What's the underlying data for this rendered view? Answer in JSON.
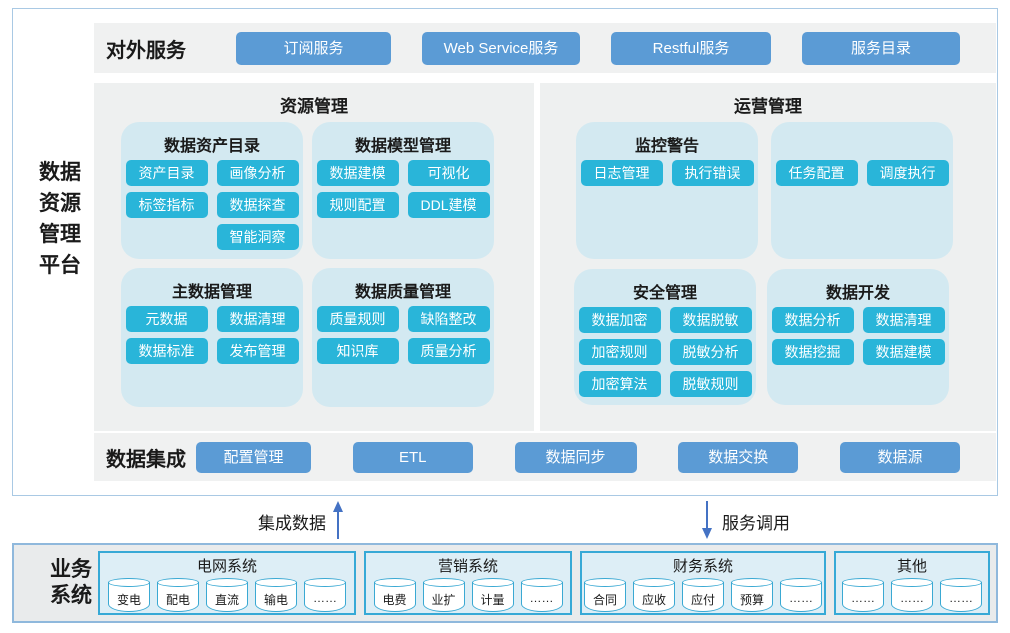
{
  "colors": {
    "accent_blue": "#5b9bd5",
    "teal": "#29b5d9",
    "group_bg": "#d3e9f1",
    "panel_bg": "#eef0f0",
    "arrow_blue": "#4472c4",
    "system_border": "#37a9d6"
  },
  "platform": {
    "side_label_lines": [
      "数据",
      "资源",
      "管理",
      "平台"
    ],
    "services": {
      "label": "对外服务",
      "buttons": [
        "订阅服务",
        "Web Service服务",
        "Restful服务",
        "服务目录"
      ]
    },
    "resource": {
      "title": "资源管理",
      "groups": [
        {
          "title": "数据资产目录",
          "rows": [
            [
              "资产目录",
              "画像分析"
            ],
            [
              "标签指标",
              "数据探查"
            ],
            [
              "",
              "智能洞察"
            ]
          ]
        },
        {
          "title": "数据模型管理",
          "rows": [
            [
              "数据建模",
              "可视化"
            ],
            [
              "规则配置",
              "DDL建模"
            ]
          ]
        },
        {
          "title": "主数据管理",
          "rows": [
            [
              "元数据",
              "数据清理"
            ],
            [
              "数据标准",
              "发布管理"
            ]
          ]
        },
        {
          "title": "数据质量管理",
          "rows": [
            [
              "质量规则",
              "缺陷整改"
            ],
            [
              "知识库",
              "质量分析"
            ]
          ]
        }
      ]
    },
    "operation": {
      "title": "运营管理",
      "groups": [
        {
          "title": "监控警告",
          "rows": [
            [
              "日志管理",
              "执行错误"
            ]
          ]
        },
        {
          "title": "",
          "rows": [
            [
              "任务配置",
              "调度执行"
            ]
          ]
        },
        {
          "title": "安全管理",
          "rows": [
            [
              "数据加密",
              "数据脱敏"
            ],
            [
              "加密规则",
              "脱敏分析"
            ],
            [
              "加密算法",
              "脱敏规则"
            ]
          ]
        },
        {
          "title": "数据开发",
          "rows": [
            [
              "数据分析",
              "数据清理"
            ],
            [
              "数据挖掘",
              "数据建模"
            ]
          ]
        }
      ]
    },
    "integration": {
      "label": "数据集成",
      "buttons": [
        "配置管理",
        "ETL",
        "数据同步",
        "数据交换",
        "数据源"
      ]
    }
  },
  "flows": {
    "up_label": "集成数据",
    "down_label": "服务调用"
  },
  "business": {
    "label_lines": [
      "业务",
      "系统"
    ],
    "systems": [
      {
        "title": "电网系统",
        "items": [
          "变电",
          "配电",
          "直流",
          "输电",
          "……"
        ]
      },
      {
        "title": "营销系统",
        "items": [
          "电费",
          "业扩",
          "计量",
          "……"
        ]
      },
      {
        "title": "财务系统",
        "items": [
          "合同",
          "应收",
          "应付",
          "预算",
          "……"
        ]
      },
      {
        "title": "其他",
        "items": [
          "……",
          "……",
          "……"
        ]
      }
    ]
  }
}
